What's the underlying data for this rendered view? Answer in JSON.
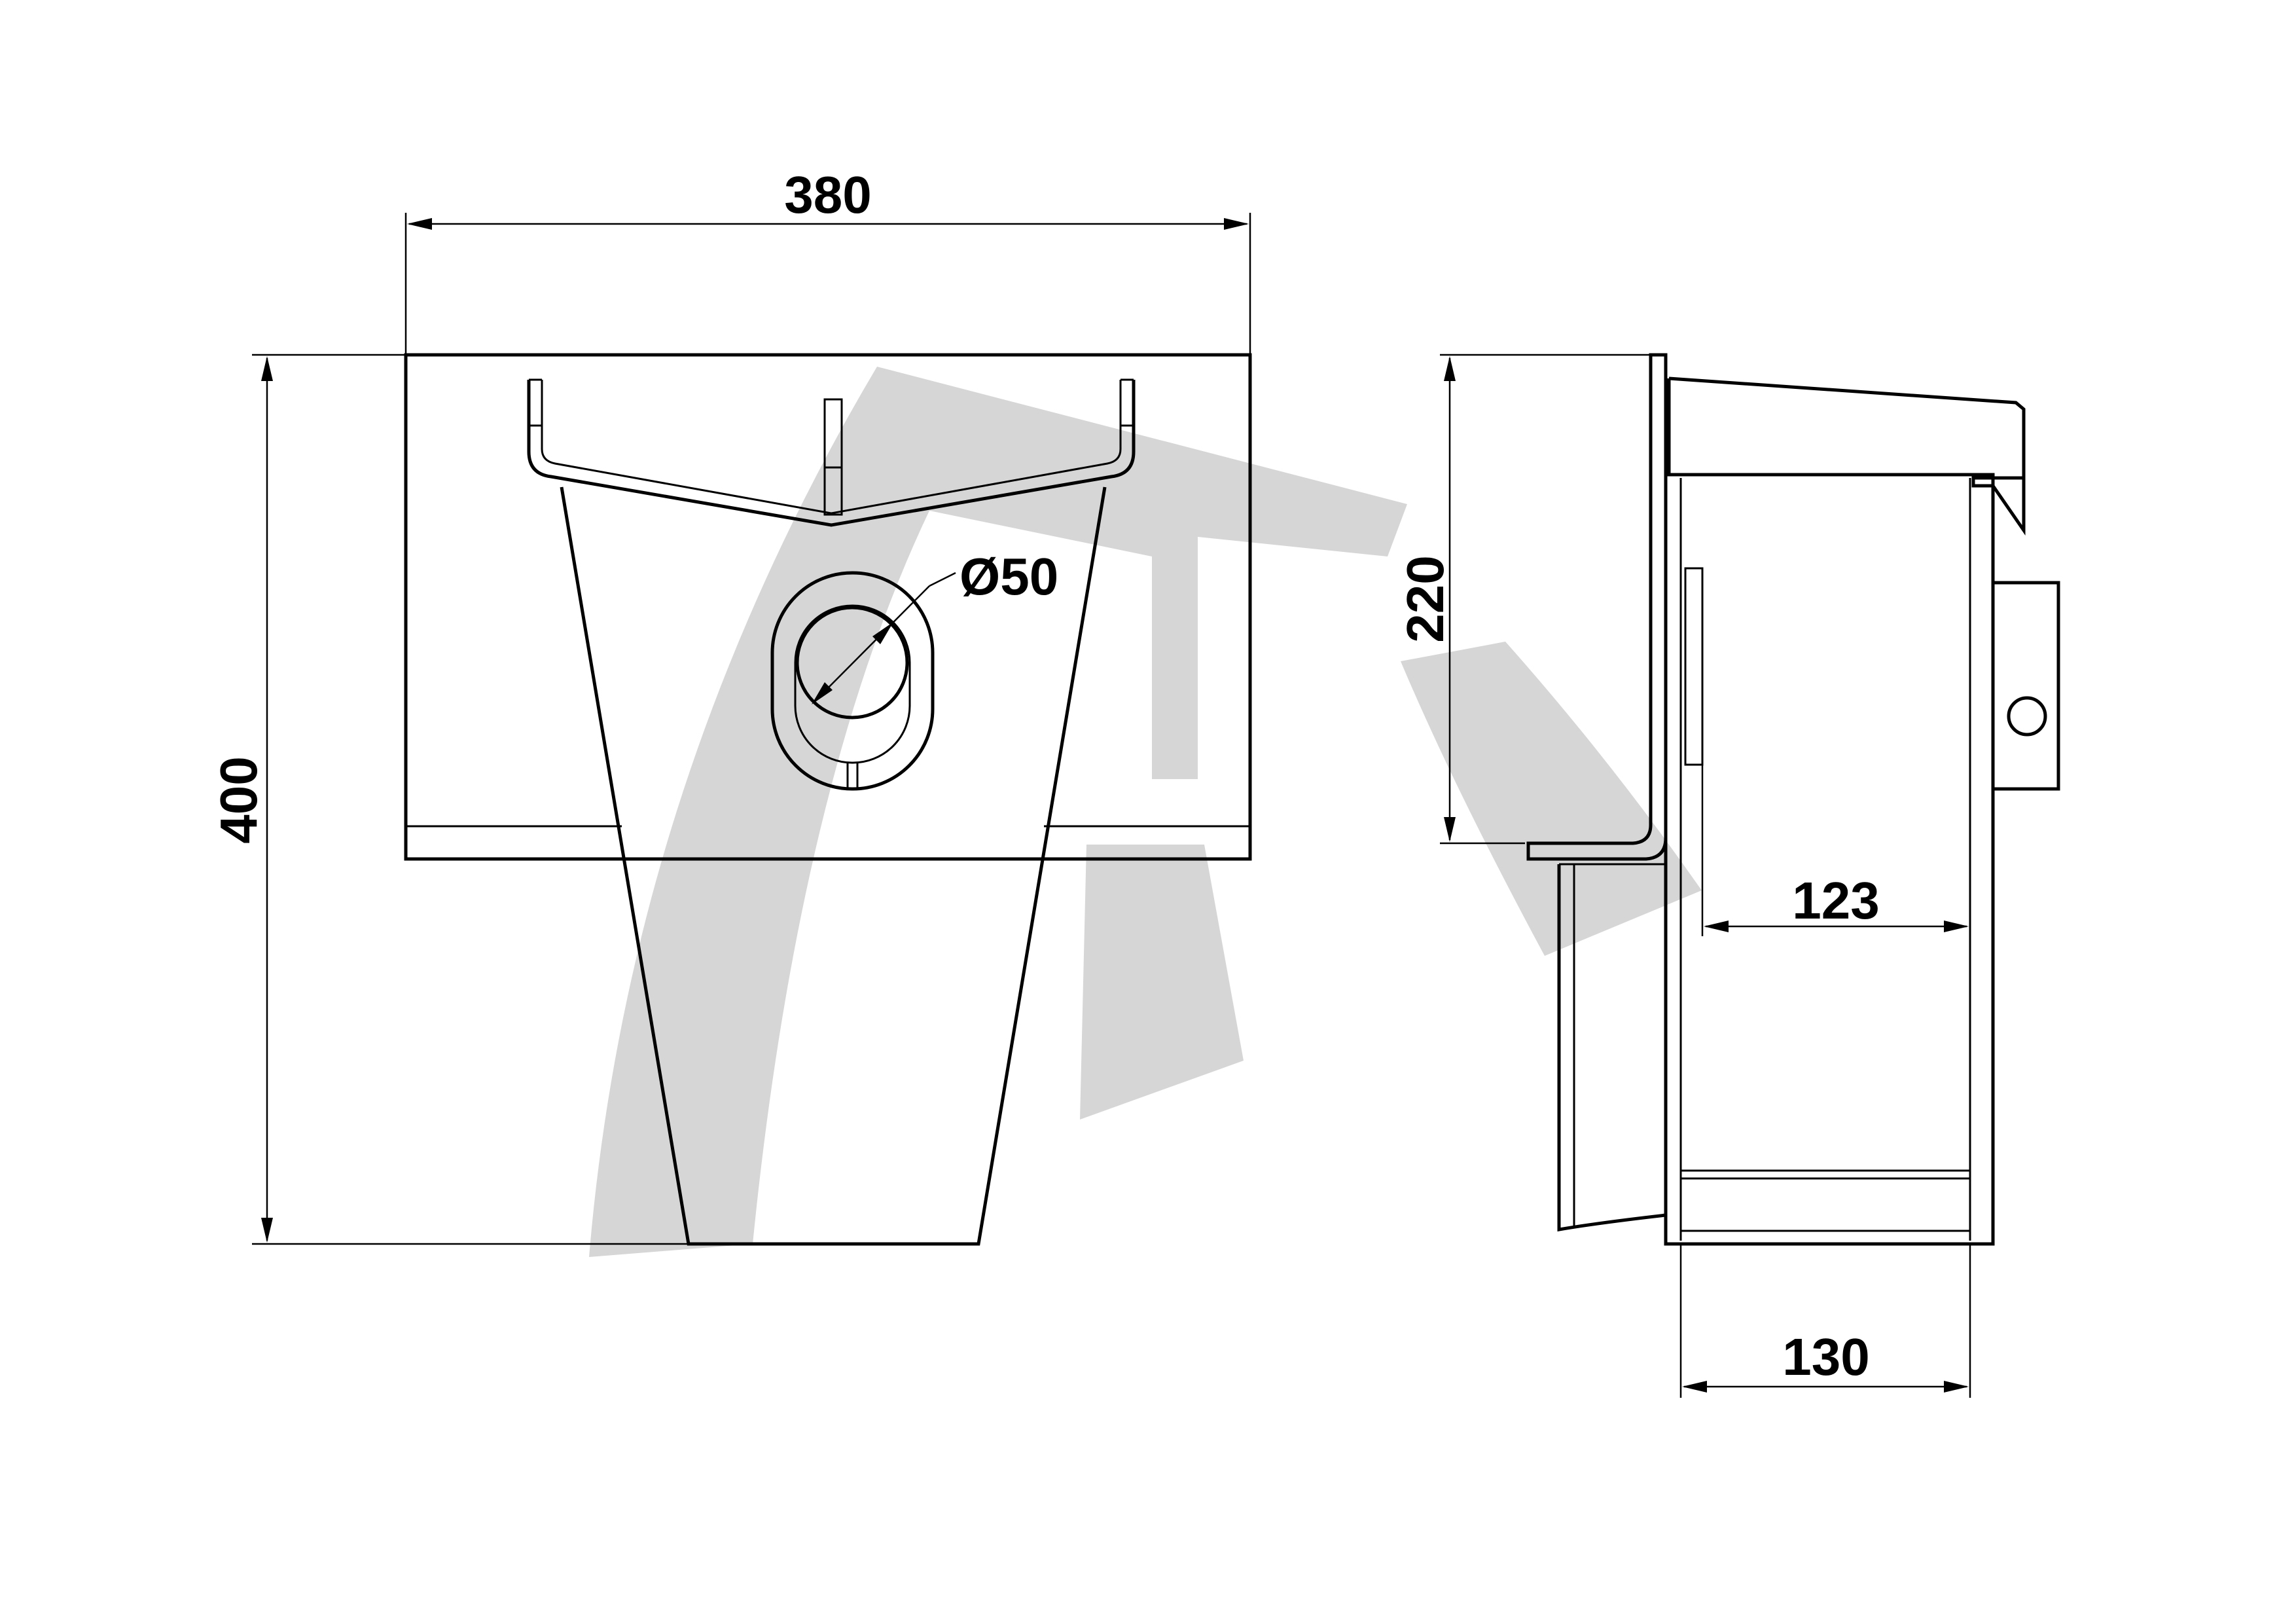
{
  "dimensions": {
    "front_width": "380",
    "front_height": "400",
    "outlet_diameter": "Ø50",
    "side_flange_height": "220",
    "side_inner_depth": "123",
    "side_overall_depth": "130"
  },
  "colors": {
    "line": "#000000",
    "watermark": "#d6d6d6",
    "background": "#ffffff"
  }
}
